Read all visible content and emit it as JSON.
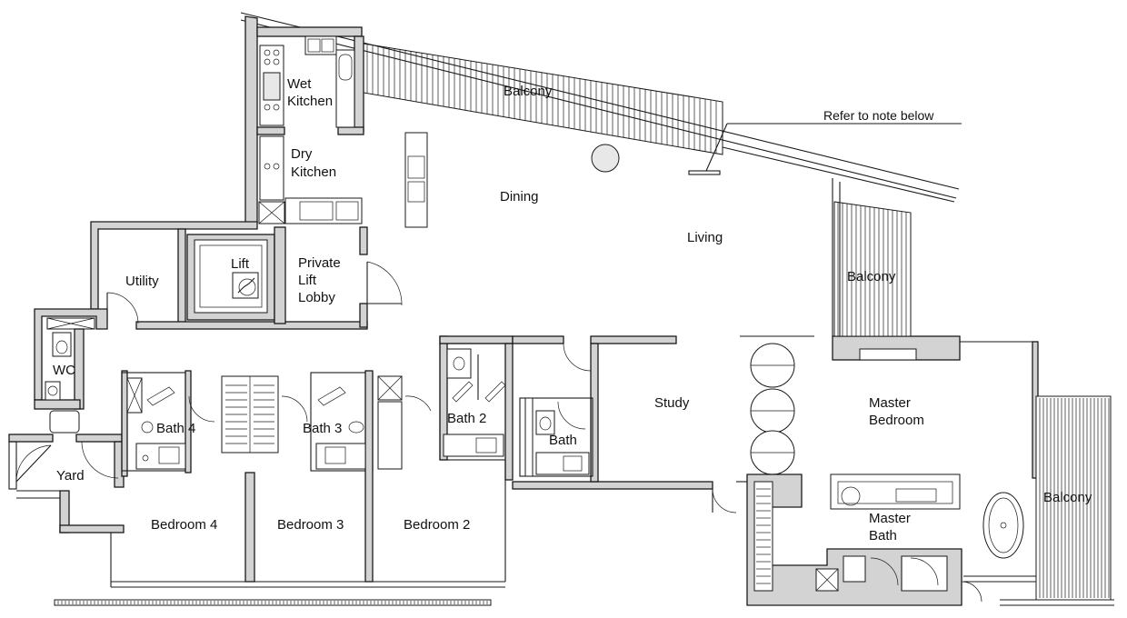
{
  "rooms": {
    "wet_kitchen": [
      "Wet",
      "Kitchen"
    ],
    "dry_kitchen": [
      "Dry",
      "Kitchen"
    ],
    "balcony_top": "Balcony",
    "dining": "Dining",
    "living": "Living",
    "balcony_right": "Balcony",
    "utility": "Utility",
    "lift": "Lift",
    "private_lift_lobby": [
      "Private",
      "Lift",
      "Lobby"
    ],
    "wc": "WC",
    "yard": "Yard",
    "bath4": "Bath 4",
    "bath3": "Bath 3",
    "bath2": "Bath 2",
    "bath": "Bath",
    "study": "Study",
    "master_bedroom": [
      "Master",
      "Bedroom"
    ],
    "master_bath": [
      "Master",
      "Bath"
    ],
    "balcony_master": "Balcony",
    "bedroom4": "Bedroom 4",
    "bedroom3": "Bedroom 3",
    "bedroom2": "Bedroom 2"
  },
  "note": "Refer to note below"
}
